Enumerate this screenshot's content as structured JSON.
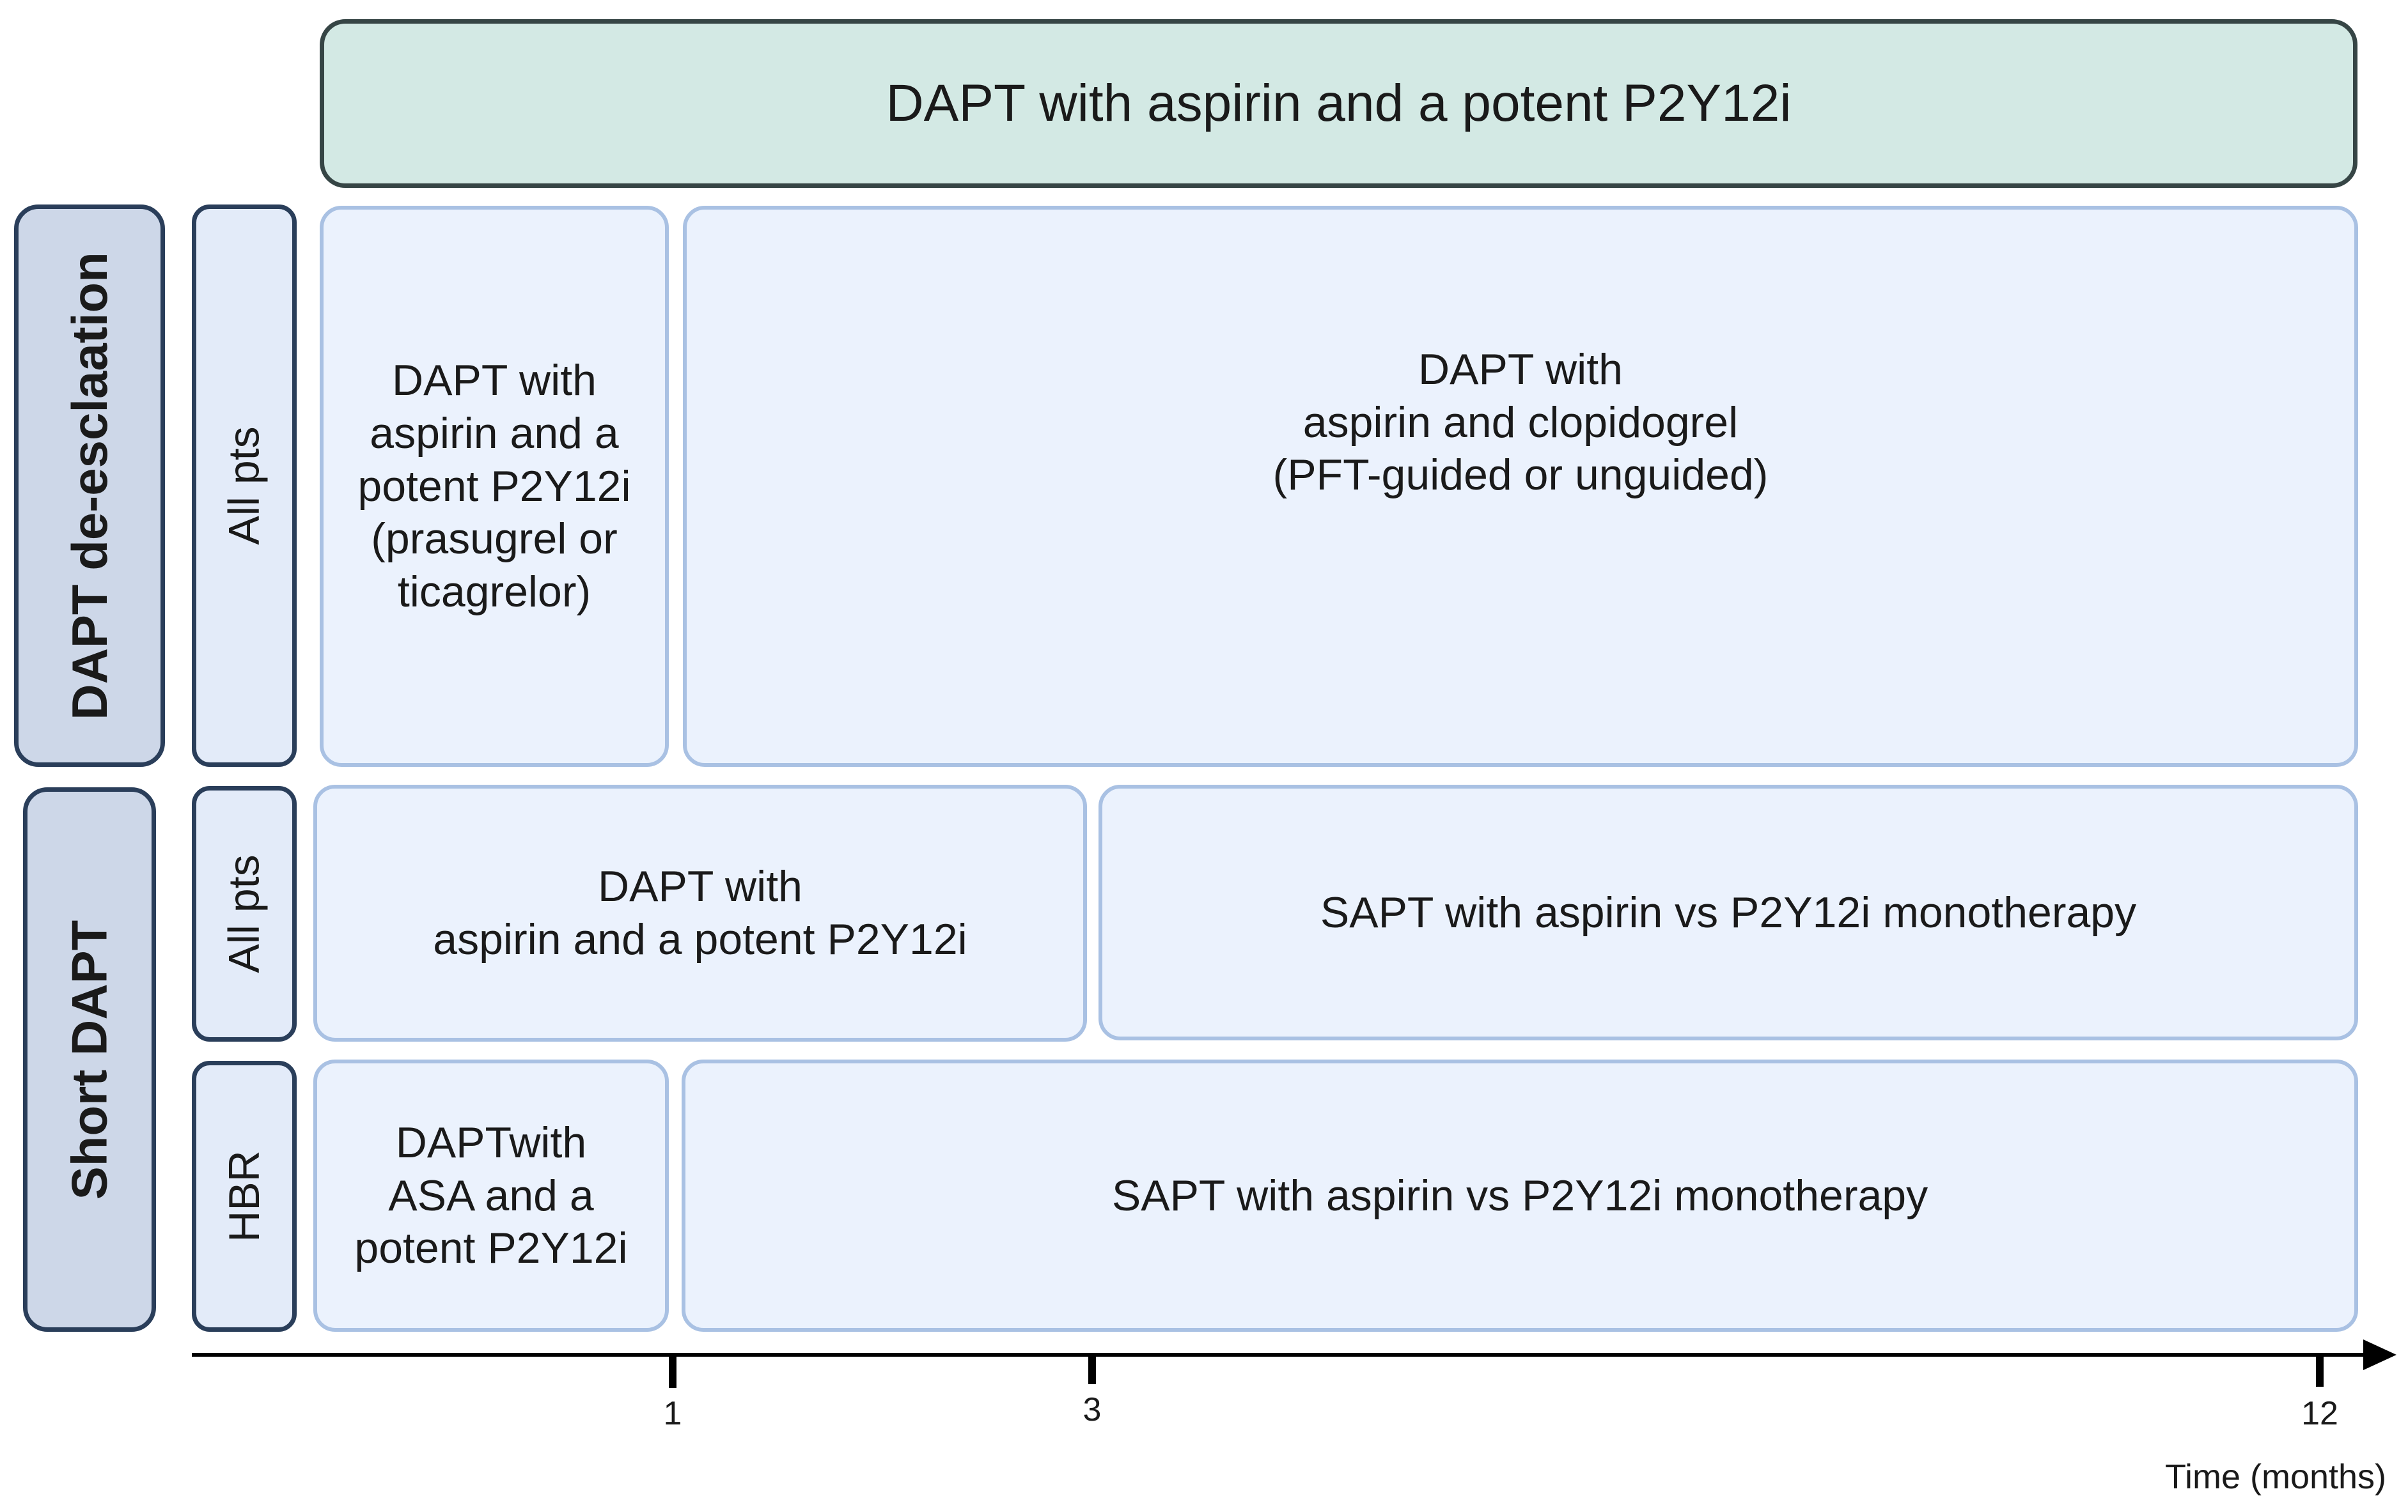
{
  "header": {
    "label": "DAPT with aspirin and a potent P2Y12i"
  },
  "groups": {
    "deescalation": {
      "label": "DAPT de-esclaation"
    },
    "short_dapt": {
      "label": "Short DAPT"
    }
  },
  "subgroups": {
    "deesc_all": {
      "label": "All pts"
    },
    "short_all": {
      "label": "All pts"
    },
    "short_hbr": {
      "label": "HBR"
    }
  },
  "cells": {
    "deesc_early": "DAPT with\naspirin and a\npotent P2Y12i\n(prasugrel or\nticagrelor)",
    "deesc_late": "DAPT with\naspirin and clopidogrel\n(PFT-guided or unguided)",
    "short_all_early": "DAPT with\naspirin and a potent P2Y12i",
    "short_all_late": "SAPT with aspirin vs P2Y12i monotherapy",
    "short_hbr_early": "DAPTwith\nASA and a\npotent P2Y12i",
    "short_hbr_late": "SAPT with aspirin vs P2Y12i monotherapy"
  },
  "axis": {
    "title": "Time (months)",
    "ticks": [
      {
        "value": 1,
        "label": "1"
      },
      {
        "value": 3,
        "label": "3"
      },
      {
        "value": 12,
        "label": "12"
      }
    ]
  },
  "colors": {
    "header_fill": "#d3e9e4",
    "header_border": "#364545",
    "cell_fill": "#ebf2fd",
    "cell_border": "#a9c1e3",
    "group_fill": "#cdd7e8",
    "group_border": "#2a3e5a"
  }
}
